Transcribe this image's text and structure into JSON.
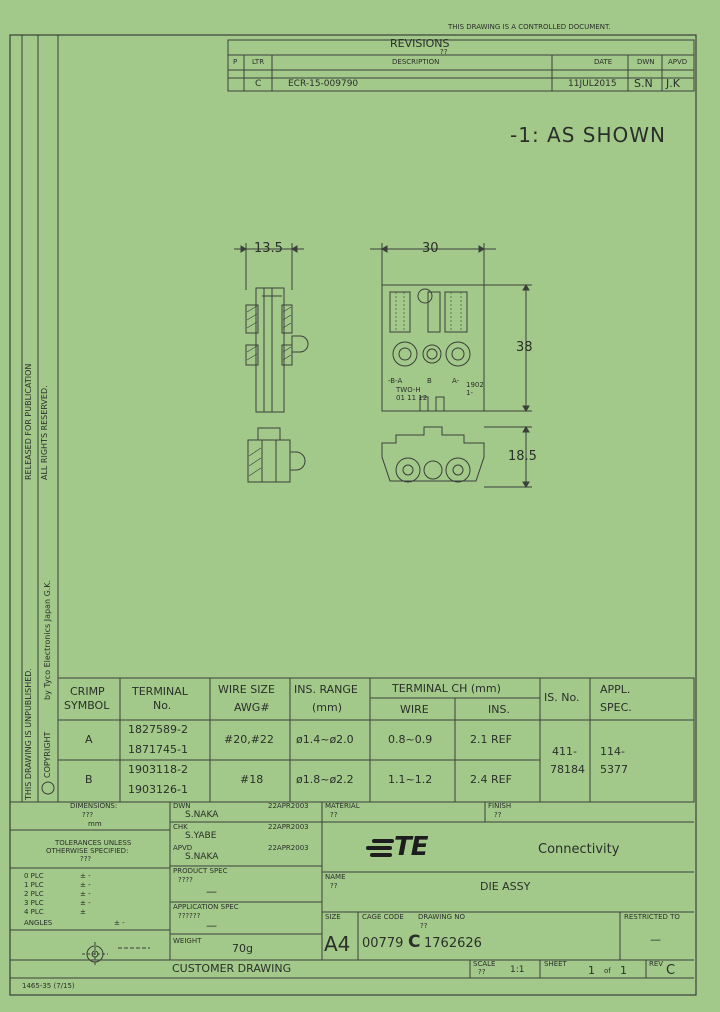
{
  "doc_notice": "THIS DRAWING IS A CONTROLLED DOCUMENT.",
  "revisions": {
    "title": "REVISIONS",
    "sub": "??",
    "headers": {
      "p": "P",
      "ltr": "LTR",
      "description": "DESCRIPTION",
      "date": "DATE",
      "dwn": "DWN",
      "apvd": "APVD"
    },
    "row": {
      "ltr": "C",
      "description": "ECR-15-009790",
      "date": "11JUL2015",
      "dwn": "S.N",
      "apvd": "J.K"
    }
  },
  "view_note": "-1: AS SHOWN",
  "dims": {
    "side_width": "13.5",
    "front_width": "30",
    "front_height": "38",
    "bottom_height": "18.5"
  },
  "part_marks": {
    "left": "-B-A",
    "center": "B",
    "right": "A-",
    "wire1": "TWO-H",
    "wire2": "01 11 12",
    "r1": "1902",
    "r2": "1-"
  },
  "side_texts": {
    "released": "RELEASED FOR PUBLICATION",
    "rights": "ALL RIGHTS RESERVED.",
    "unpublished": "THIS DRAWING IS UNPUBLISHED.",
    "tyco": "by Tyco Electronics Japan G.K.",
    "copyright_label": "COPYRIGHT"
  },
  "crimp_table": {
    "headers": {
      "crimp_symbol": [
        "CRIMP",
        "SYMBOL"
      ],
      "terminal": [
        "TERMINAL",
        "No."
      ],
      "wire_size": [
        "WIRE SIZE",
        "AWG#"
      ],
      "ins_range": [
        "INS. RANGE",
        "(mm)"
      ],
      "crimp_ch": "TERMINAL CH (mm)",
      "wire": "WIRE",
      "ins": "INS.",
      "is_no": "IS. No.",
      "appl_spec": [
        "APPL.",
        "SPEC."
      ]
    },
    "rows": [
      {
        "symbol": "A",
        "terminals": [
          "1827589-2",
          "1871745-1"
        ],
        "awg": "#20,#22",
        "range": "ø1.4~ø2.0",
        "wire": "0.8~0.9",
        "ins": "2.1 REF"
      },
      {
        "symbol": "B",
        "terminals": [
          "1903118-2",
          "1903126-1"
        ],
        "awg": "#18",
        "range": "ø1.8~ø2.2",
        "wire": "1.1~1.2",
        "ins": "2.4 REF"
      }
    ],
    "is_no": [
      "411-",
      "78184"
    ],
    "appl_spec": [
      "114-",
      "5377"
    ]
  },
  "title_block": {
    "dimensions_label": "DIMENSIONS:",
    "dimensions_val1": "???",
    "dimensions_val2": "mm",
    "tol_lines": [
      "TOLERANCES UNLESS",
      "OTHERWISE SPECIFIED:",
      "???"
    ],
    "tol_rows": [
      {
        "label": "0 PLC",
        "val": "± -"
      },
      {
        "label": "1 PLC",
        "val": "± -"
      },
      {
        "label": "2 PLC",
        "val": "± -"
      },
      {
        "label": "3 PLC",
        "val": "± -"
      },
      {
        "label": "4 PLC",
        "val": "±"
      },
      {
        "label": "ANGLES",
        "val": "± -"
      }
    ],
    "dwn_label": "DWN",
    "dwn_name": "S.NAKA",
    "dwn_date": "22APR2003",
    "chk_label": "CHK",
    "chk_name": "S.YABE",
    "chk_date": "22APR2003",
    "apvd_label": "APVD",
    "apvd_name": "S.NAKA",
    "apvd_date": "22APR2003",
    "product_spec_label": "PRODUCT SPEC",
    "product_spec_val": "????",
    "product_spec_dash": "—",
    "application_spec_label": "APPLICATION SPEC",
    "application_spec_val": "??????",
    "application_spec_dash": "—",
    "weight_label": "WEIGHT",
    "weight_val": "70g",
    "material_label": "MATERIAL",
    "material_val": "??",
    "finish_label": "FINISH",
    "finish_val": "??",
    "company": "TE",
    "connectivity": "Connectivity",
    "name_label": "NAME",
    "name_sub": "??",
    "name_val": "DIE ASSY",
    "size_label": "SIZE",
    "size_val": "A4",
    "cage_label": "CAGE CODE",
    "cage_val": "00779",
    "drawing_label": "DRAWING NO",
    "drawing_sub": "??",
    "drawing_val": "1762626",
    "restricted_label": "RESTRICTED TO",
    "restricted_val": "—",
    "cad_label": "CUSTOMER DRAWING",
    "scale_label": "SCALE",
    "scale_sub": "??",
    "scale_val": "1:1",
    "sheet_label": "SHEET",
    "sheet_val": "1",
    "sheet_of": "of",
    "sheet_total": "1",
    "rev_label": "REV",
    "rev_val": "C"
  },
  "form_no": "1465-35 (7/15)"
}
